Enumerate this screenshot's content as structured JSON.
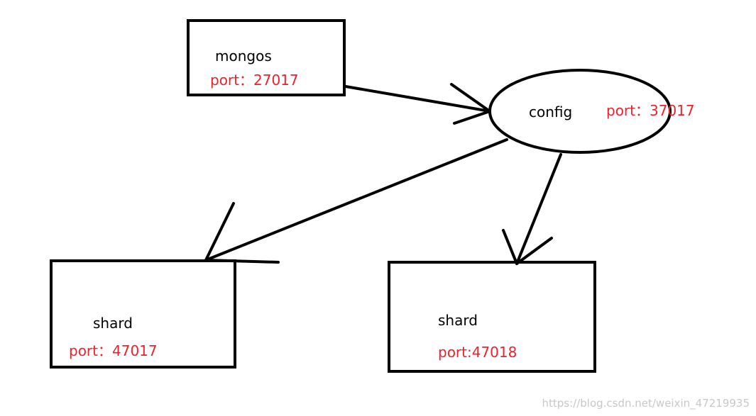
{
  "diagram": {
    "colors": {
      "stroke": "#000000",
      "label": "#000000",
      "port": "#e8232c",
      "watermark": "#c8c8c8"
    },
    "nodes": {
      "mongos": {
        "name": "mongos",
        "port": "port：27017"
      },
      "config": {
        "name": "config",
        "port": "port：37017"
      },
      "shard_left": {
        "name": "shard",
        "port": "port：47017"
      },
      "shard_right": {
        "name": "shard",
        "port": "port:47018"
      }
    },
    "edges": [
      {
        "from": "mongos",
        "to": "config"
      },
      {
        "from": "config",
        "to": "shard_left"
      },
      {
        "from": "config",
        "to": "shard_right"
      }
    ]
  },
  "watermark": "https://blog.csdn.net/weixin_47219935"
}
